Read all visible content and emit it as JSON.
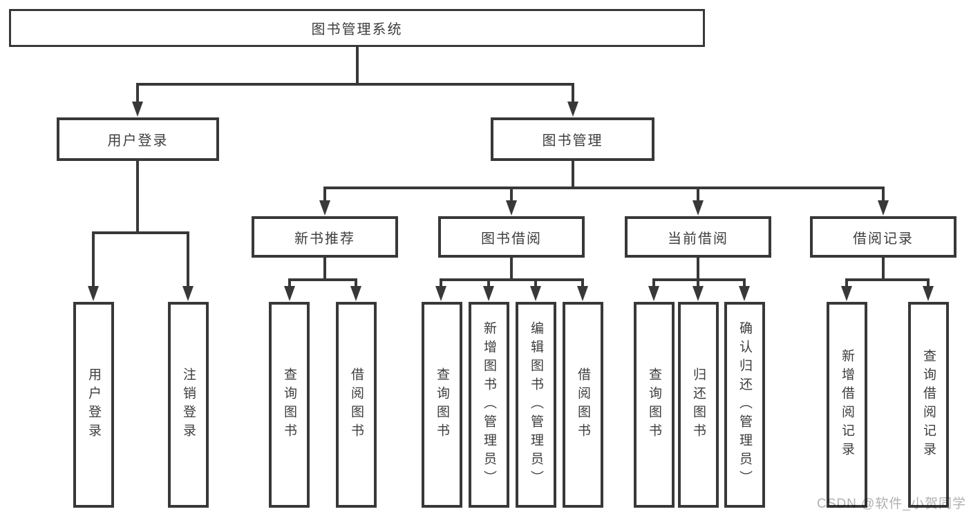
{
  "diagram": {
    "type": "hierarchy-tree",
    "root": {
      "label": "图书管理系统"
    },
    "level2": [
      {
        "label": "用户登录"
      },
      {
        "label": "图书管理"
      }
    ],
    "level3": [
      {
        "label": "新书推荐",
        "parent": "图书管理"
      },
      {
        "label": "图书借阅",
        "parent": "图书管理"
      },
      {
        "label": "当前借阅",
        "parent": "图书管理"
      },
      {
        "label": "借阅记录",
        "parent": "图书管理"
      }
    ],
    "leaves": [
      {
        "label": "用户登录",
        "parent": "用户登录"
      },
      {
        "label": "注销登录",
        "parent": "用户登录"
      },
      {
        "label": "查询图书",
        "parent": "新书推荐"
      },
      {
        "label": "借阅图书",
        "parent": "新书推荐"
      },
      {
        "label": "查询图书",
        "parent": "图书借阅"
      },
      {
        "label": "新增图书（管理员）",
        "parent": "图书借阅"
      },
      {
        "label": "编辑图书（管理员）",
        "parent": "图书借阅"
      },
      {
        "label": "借阅图书",
        "parent": "图书借阅"
      },
      {
        "label": "查询图书",
        "parent": "当前借阅"
      },
      {
        "label": "归还图书",
        "parent": "当前借阅"
      },
      {
        "label": "确认归还（管理员）",
        "parent": "当前借阅"
      },
      {
        "label": "新增借阅记录",
        "parent": "借阅记录"
      },
      {
        "label": "查询借阅记录",
        "parent": "借阅记录"
      }
    ]
  },
  "watermark": "CSDN @软件_小贺同学",
  "colors": {
    "line": "#383838",
    "text": "#3d3d3d",
    "background": "#ffffff",
    "watermark": "#b0b0b0"
  }
}
